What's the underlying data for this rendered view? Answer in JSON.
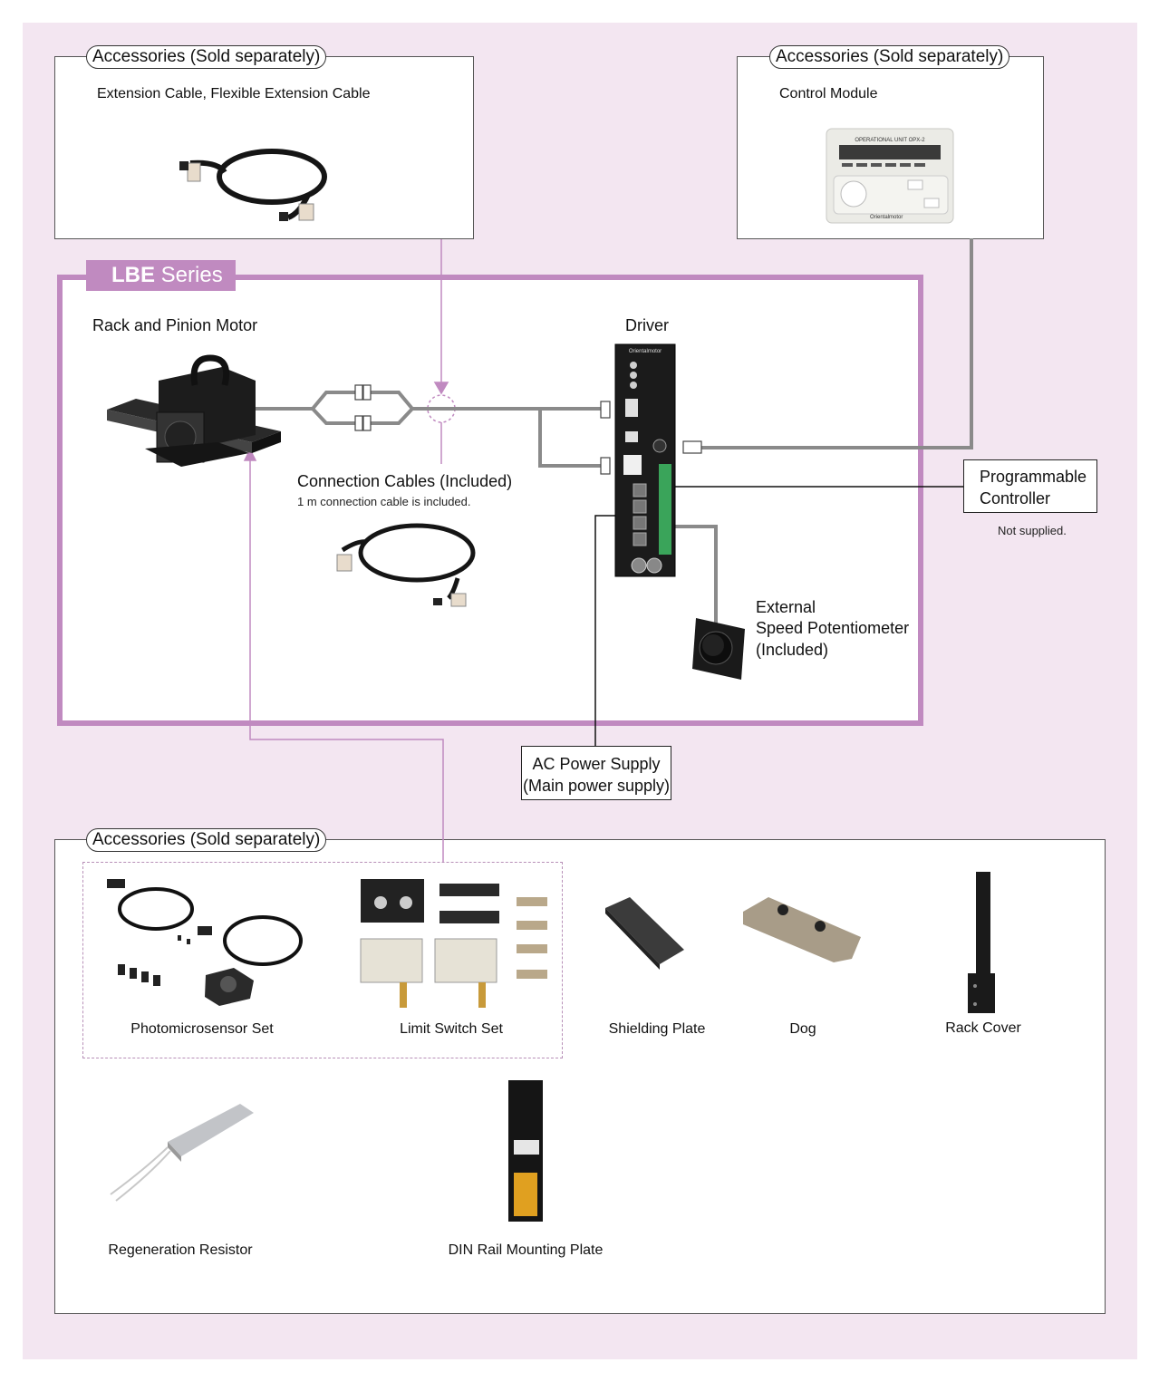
{
  "top_left": {
    "tag": "Accessories (Sold separately)",
    "title": "Extension Cable, Flexible Extension Cable"
  },
  "top_right": {
    "tag": "Accessories (Sold separately)",
    "title": "Control Module",
    "device_header": "OPERATIONAL UNIT OPX-2",
    "brand": "Orientalmotor"
  },
  "series": {
    "name_bold": "LBE",
    "name_rest": " Series"
  },
  "motor_label": "Rack and Pinion Motor",
  "driver": {
    "label": "Driver",
    "brand": "Orientalmotor"
  },
  "cables": {
    "label": "Connection Cables (Included)",
    "note": "1 m connection cable is included."
  },
  "plc": {
    "line1": "Programmable",
    "line2": "Controller",
    "note": "Not supplied."
  },
  "potentiometer": {
    "line1": "External",
    "line2": "Speed Potentiometer",
    "line3": "(Included)"
  },
  "ac": {
    "line1": "AC Power Supply",
    "line2": "(Main power supply)"
  },
  "bottom": {
    "tag": "Accessories (Sold separately)",
    "items": [
      {
        "label": "Photomicrosensor Set"
      },
      {
        "label": "Limit Switch Set"
      },
      {
        "label": "Shielding Plate"
      },
      {
        "label": "Dog"
      },
      {
        "label": "Rack Cover"
      },
      {
        "label": "Regeneration Resistor"
      },
      {
        "label": "DIN Rail Mounting Plate"
      }
    ]
  }
}
